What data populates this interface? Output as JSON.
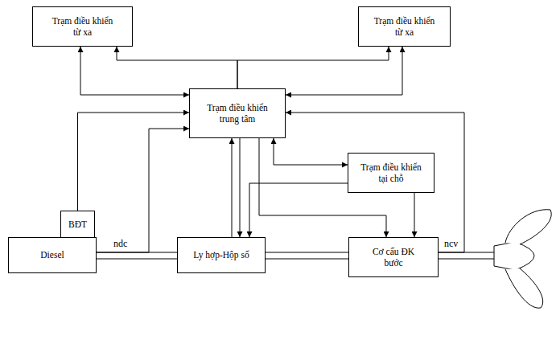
{
  "diagram": {
    "nodes": [
      {
        "text": [
          "Trạm điều khiển từ xa"
        ]
      },
      {
        "text": [
          "Trạm điều khiển từ xa"
        ]
      },
      {
        "text": [
          "Trạm điều khiển trung tâm"
        ]
      },
      {
        "text": [
          "Trạm điều khiển tại chỗ"
        ]
      },
      {
        "text": [
          "BĐT"
        ]
      },
      {
        "text": [
          "Diesel"
        ]
      },
      {
        "text": [
          "Ly hợp-Hộp số"
        ]
      },
      {
        "text": [
          "Cơ cấu ĐK bước"
        ]
      }
    ],
    "edges": [
      {
        "from": 2,
        "to": 0,
        "arrow": "to"
      },
      {
        "from": 2,
        "to": 1,
        "arrow": "to"
      },
      {
        "from": 0,
        "to": 2,
        "arrow": "both"
      },
      {
        "from": 1,
        "to": 2,
        "arrow": "both"
      },
      {
        "from": 4,
        "to": 2,
        "arrow": "to"
      },
      {
        "from": 5,
        "to": 2,
        "arrow": "to"
      },
      {
        "from": 6,
        "to": 2,
        "arrow": "to"
      },
      {
        "from": 2,
        "to": 6,
        "arrow": "to"
      },
      {
        "from": 2,
        "to": 7,
        "arrow": "to"
      },
      {
        "from": 2,
        "to": 3,
        "arrow": "both"
      },
      {
        "from": 3,
        "to": 6,
        "arrow": "to"
      },
      {
        "from": 3,
        "to": 7,
        "arrow": "to"
      },
      {
        "from": 7,
        "to": 2,
        "arrow": "to"
      },
      {
        "from": 5,
        "to": 6,
        "arrow": "none"
      },
      {
        "from": 6,
        "to": 7,
        "arrow": "none"
      }
    ],
    "labels": [
      "ndc",
      "ncv"
    ]
  }
}
